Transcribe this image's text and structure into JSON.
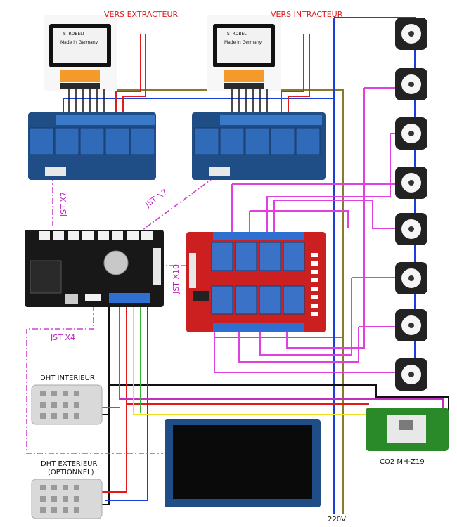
{
  "labels": {
    "vers_extracteur": "VERS EXTRACTEUR",
    "vers_intracteur": "VERS INTRACTEUR",
    "jst_x7_left": "JST X7",
    "jst_x7_right": "JST X7",
    "jst_x10": "JST X10",
    "jst_x4": "JST X4",
    "dht_interieur": "DHT INTERIEUR",
    "dht_exterieur_line1": "DHT EXTERIEUR",
    "dht_exterieur_line2": "(OPTIONNEL)",
    "co2_sensor": "CO2  MH-Z19",
    "mains_voltage": "220V"
  },
  "transformer": {
    "brand": "STROBELT",
    "made_in": "Made in Germany"
  },
  "colors": {
    "wire_red": "#e21a1a",
    "wire_blue": "#1a3fd8",
    "wire_olive": "#8a7a2a",
    "wire_magenta": "#e040e0",
    "wire_black": "#111111",
    "wire_yellow": "#f0e020",
    "wire_green": "#2fb52f",
    "jst_dashdot": "#d040d0",
    "relay_board_blue": "#1f4e86",
    "relay_board_red": "#cc2020",
    "controller_board": "#181818",
    "co2_board": "#2a8a2a"
  }
}
